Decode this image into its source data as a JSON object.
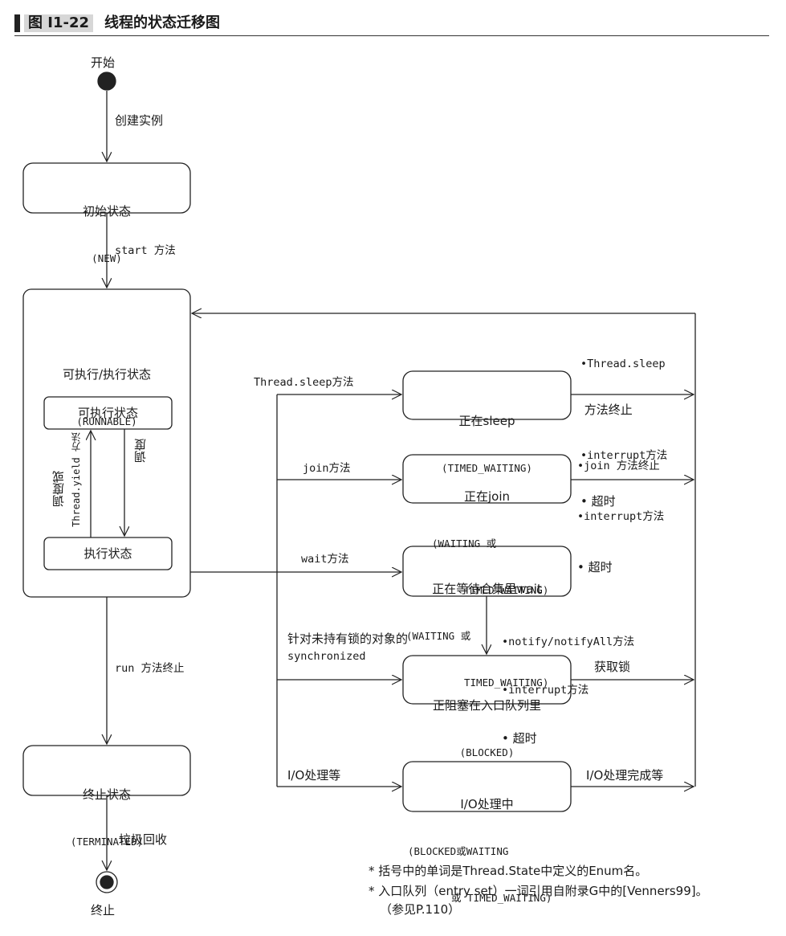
{
  "header": {
    "figure_number": "图 I1-22",
    "title": "线程的状态迁移图"
  },
  "start_label": "开始",
  "end_label": "终止",
  "transitions": {
    "create": "创建实例",
    "start": "start 方法",
    "run_end": "run 方法终止",
    "gc": "垃圾回收",
    "sleep_call": "Thread.sleep方法",
    "join_call": "join方法",
    "wait_call": "wait方法",
    "sync_call_1": "针对未持有锁的对象的",
    "sync_call_2": "synchronized",
    "io_call": "I/O处理等",
    "dispatch": "调度",
    "yield_1": "调度或",
    "yield_2": "Thread.yield 方法",
    "sleep_exit": [
      "•Thread.sleep",
      " 方法终止",
      "•interrupt方法",
      "• 超时"
    ],
    "join_exit": [
      "•join 方法终止",
      "•interrupt方法",
      "• 超时"
    ],
    "wait_exit": [
      "•notify/notifyAll方法",
      "•interrupt方法",
      "• 超时"
    ],
    "lock_acquired": "获取锁",
    "io_done": "I/O处理完成等"
  },
  "states": {
    "new": {
      "title": "初始状态",
      "sub": "(NEW)"
    },
    "runnable": {
      "title": "可执行/执行状态",
      "sub": "(RUNNABLE)"
    },
    "ready": {
      "title": "可执行状态"
    },
    "running": {
      "title": "执行状态"
    },
    "terminated": {
      "title": "终止状态",
      "sub": "(TERMINATED)"
    },
    "sleeping": {
      "title": "正在sleep",
      "sub": "(TIMED_WAITING)"
    },
    "joining": {
      "title": "正在join",
      "sub1": "(WAITING 或",
      "sub2": "TIMED_WAITING)"
    },
    "waiting": {
      "title": "正在等待合集里wait",
      "sub1": "(WAITING 或",
      "sub2": "TIMED_WAITING)"
    },
    "blocked": {
      "title": "正阻塞在入口队列里",
      "sub": "(BLOCKED)"
    },
    "io": {
      "title": "I/O处理中",
      "sub1": "(BLOCKED或WAITING",
      "sub2": "或 TIMED_WAITING)"
    }
  },
  "notes": [
    "* 括号中的单词是Thread.State中定义的Enum名。",
    "* 入口队列（entry set）一词引用自附录G中的[Venners99]。",
    "（参见P.110）"
  ]
}
